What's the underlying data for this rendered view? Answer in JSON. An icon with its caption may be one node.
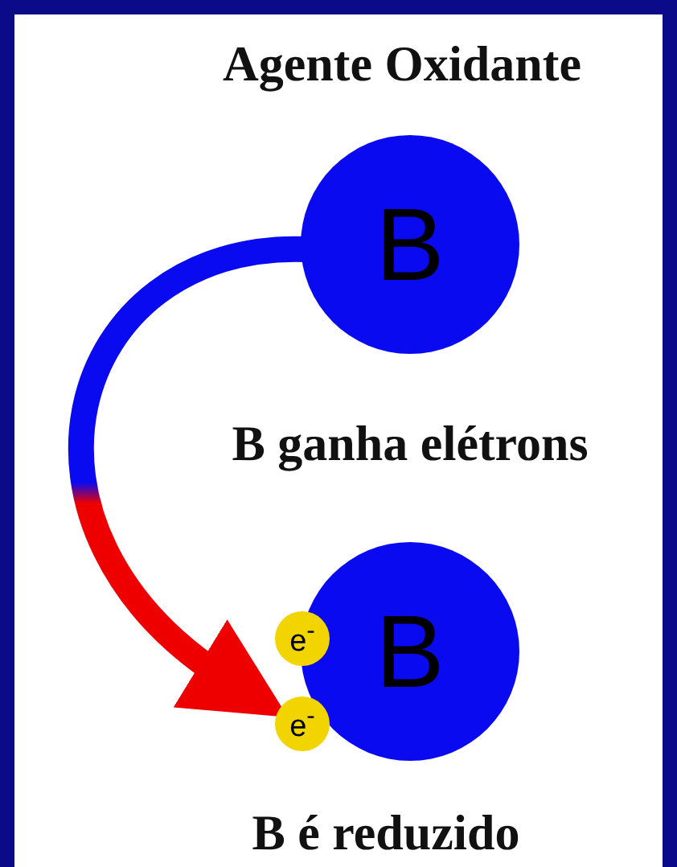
{
  "diagram": {
    "title": "Agente Oxidante",
    "nodes": [
      {
        "text": [
          "B"
        ]
      },
      {
        "text": [
          "B"
        ]
      },
      {
        "text": [
          "e$^{-}$"
        ]
      },
      {
        "text": [
          "e$^{-}$"
        ]
      }
    ],
    "edges": [
      {
        "from": 0,
        "to": 1,
        "arrow": "to"
      }
    ],
    "labels": [
      "B ganha elétrons",
      "B é reduzido"
    ]
  }
}
